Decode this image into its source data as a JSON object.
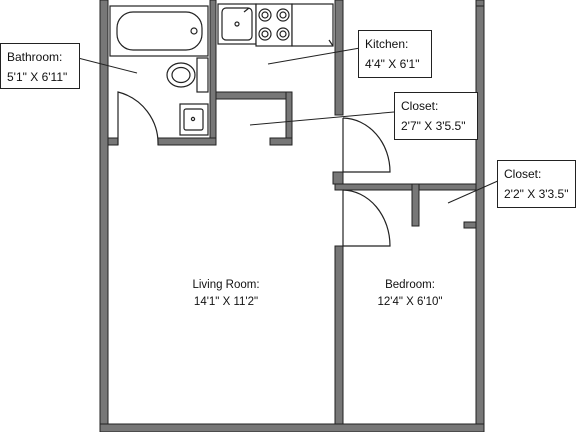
{
  "rooms": {
    "bathroom": {
      "name": "Bathroom:",
      "size": "5'1\" X 6'11\""
    },
    "kitchen": {
      "name": "Kitchen:",
      "size": "4'4\" X 6'1\""
    },
    "closet1": {
      "name": "Closet:",
      "size": "2'7\" X 3'5.5\""
    },
    "closet2": {
      "name": "Closet:",
      "size": "2'2\" X 3'3.5\""
    },
    "living_room": {
      "name": "Living Room:",
      "size": "14'1\" X 11'2\""
    },
    "bedroom": {
      "name": "Bedroom:",
      "size": "12'4\" X 6'10\""
    }
  },
  "colors": {
    "wall": "#777777",
    "line": "#222222",
    "fixture": "#555555"
  }
}
